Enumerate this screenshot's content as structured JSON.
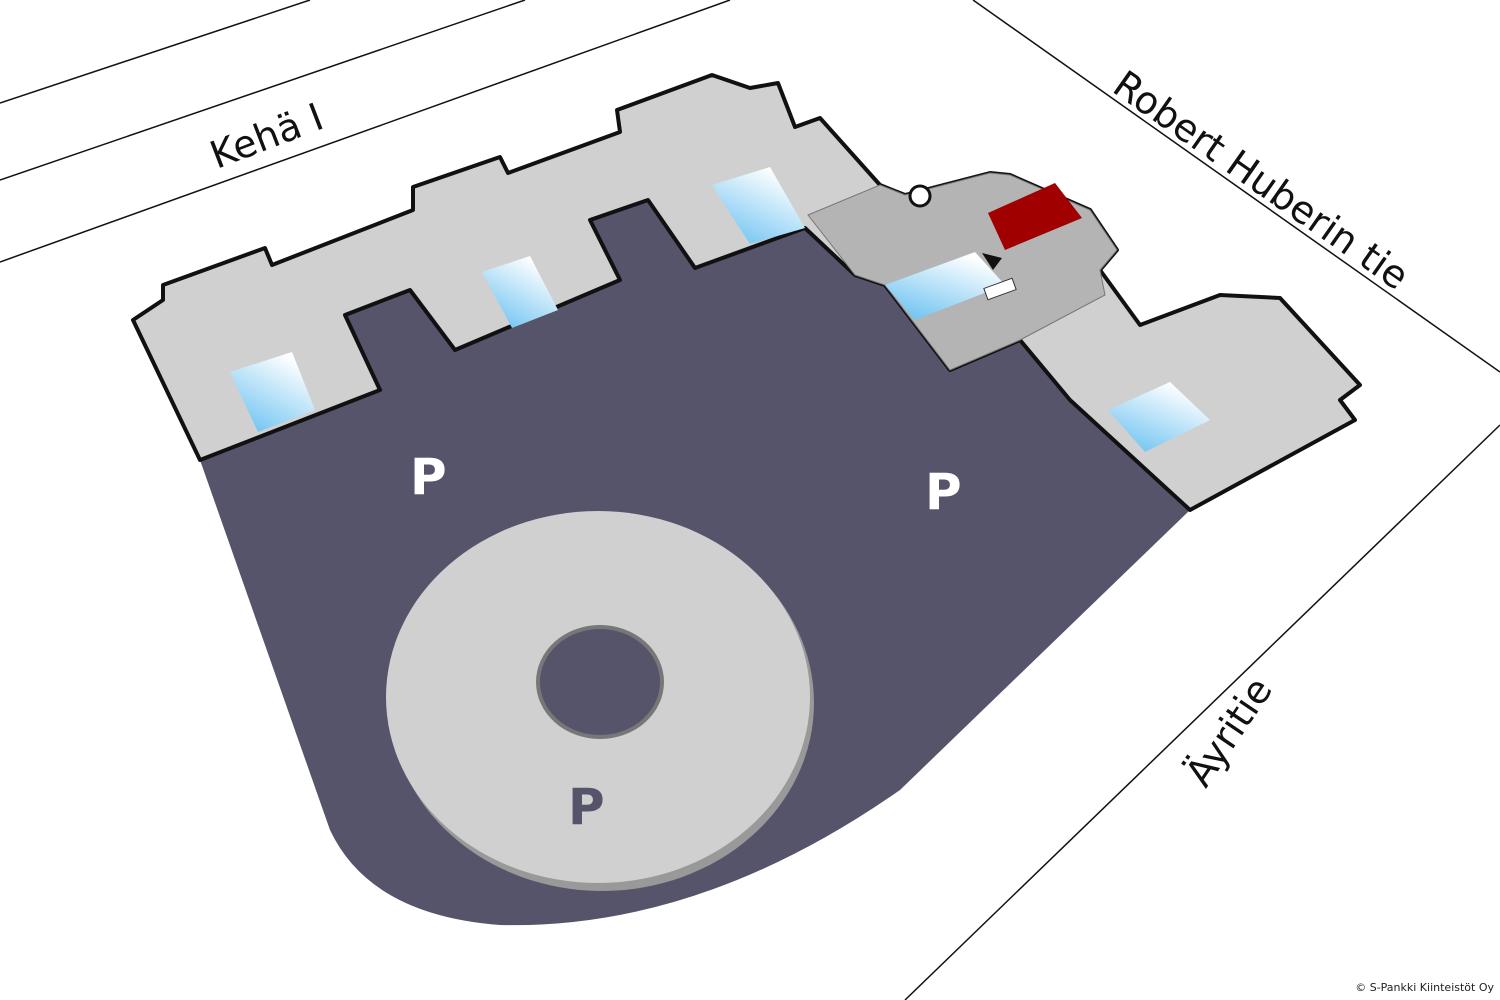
{
  "roads": {
    "keha": "Kehä I",
    "robert": "Robert Huberin tie",
    "ayritie": "Äyritie"
  },
  "parking": {
    "lot_left": "P",
    "lot_right": "P",
    "garage": "P"
  },
  "copyright": "© S-Pankki Kiinteistöt Oy",
  "colors": {
    "parking": "#55546b",
    "building": "#d0d0d0",
    "building_dark": "#b4b4b4",
    "highlight": "#a00000",
    "skylight": "#7cc8f0"
  }
}
